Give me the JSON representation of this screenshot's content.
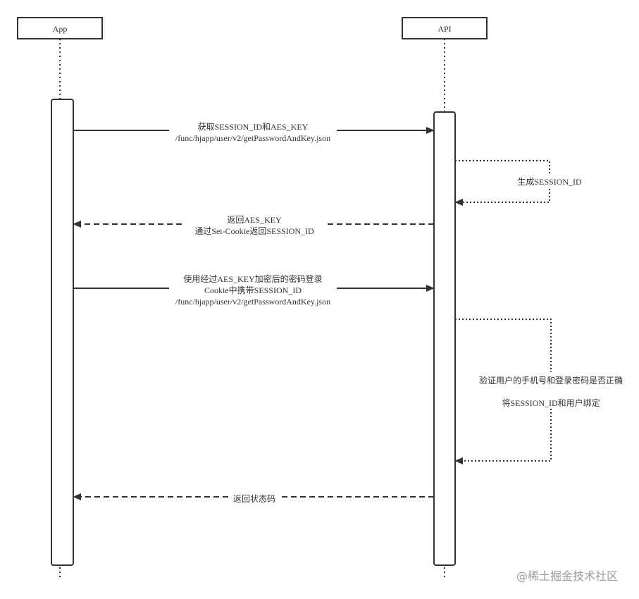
{
  "participants": {
    "app": "App",
    "api": "API"
  },
  "colors": {
    "line": "#333333",
    "watermark": "#9a9a9a"
  },
  "messages": {
    "m1": {
      "line1": "获取SESSION_ID和AES_KEY",
      "line2": "/func/hjapp/user/v2/getPasswordAndKey.json"
    },
    "m2": {
      "line1": "生成SESSION_ID"
    },
    "m3": {
      "line1": "返回AES_KEY",
      "line2": "通过Set-Cookie返回SESSION_ID"
    },
    "m4": {
      "line1": "使用经过AES_KEY加密后的密码登录",
      "line2": "Cookie中携带SESSION_ID",
      "line3": "/func/hjapp/user/v2/getPasswordAndKey.json"
    },
    "m5": {
      "line1": "验证用户的手机号和登录密码是否正确",
      "line2": "将SESSION_ID和用户绑定"
    },
    "m6": {
      "line1": "返回状态码"
    }
  },
  "watermark": "@稀土掘金技术社区"
}
